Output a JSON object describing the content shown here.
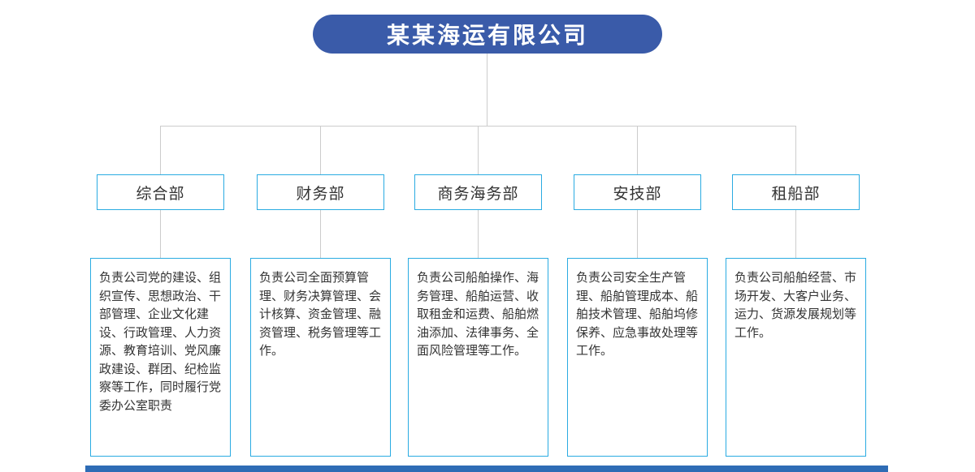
{
  "title": "某某海运有限公司",
  "colors": {
    "title_bg": "#3a5ba9",
    "box_border": "#2aabe2",
    "connector_line": "#cccccc",
    "footer_bar": "#2e6cb5",
    "text": "#333333"
  },
  "departments": [
    {
      "name": "综合部",
      "description": "负责公司党的建设、组织宣传、思想政治、干部管理、企业文化建设、行政管理、人力资源、教育培训、党风廉政建设、群团、纪检监察等工作，同时履行党委办公室职责"
    },
    {
      "name": "财务部",
      "description": "负责公司全面预算管理、财务决算管理、会计核算、资金管理、融资管理、税务管理等工作。"
    },
    {
      "name": "商务海务部",
      "description": "负责公司船舶操作、海务管理、船舶运营、收取租金和运费、船舶燃油添加、法律事务、全面风险管理等工作。"
    },
    {
      "name": "安技部",
      "description": "负责公司安全生产管理、船舶管理成本、船舶技术管理、船舶坞修保养、应急事故处理等工作。"
    },
    {
      "name": "租船部",
      "description": "负责公司船舶经营、市场开发、大客户业务、运力、货源发展规划等工作。"
    }
  ]
}
